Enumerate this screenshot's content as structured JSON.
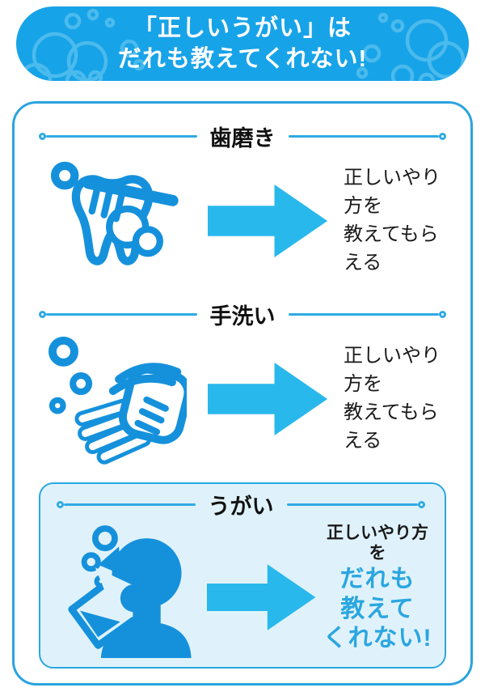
{
  "banner": {
    "title_line1": "「正しいうがい」は",
    "title_line2": "だれも教えてくれない!"
  },
  "sections": [
    {
      "title": "歯磨き",
      "icon": "tooth-brushing-icon",
      "result": {
        "line1": "正しいやり方を",
        "line2": "教えてもらえる"
      }
    },
    {
      "title": "手洗い",
      "icon": "hand-washing-icon",
      "result": {
        "line1": "正しいやり方を",
        "line2": "教えてもらえる"
      }
    },
    {
      "title": "うがい",
      "icon": "gargling-icon",
      "result": {
        "intro": "正しいやり方を",
        "emphasis_line1": "だれも",
        "emphasis_line2": "教えて",
        "emphasis_line3": "くれない!"
      }
    }
  ],
  "colors": {
    "banner-bg": "#17A3E8",
    "banner-text": "#FFFFFF",
    "bubble-decoration": "#55BFEE",
    "icon-blue": "#1591DC",
    "arrow-cyan": "#29B8EC",
    "divider-line": "#2FAAE2",
    "main-box-border": "#2BA3DF",
    "highlight-bg": "#DFF2FB",
    "highlight-border": "#2AA7E0",
    "emphasis-text": "#2BA6E0",
    "body-text": "#1A1A1A"
  }
}
